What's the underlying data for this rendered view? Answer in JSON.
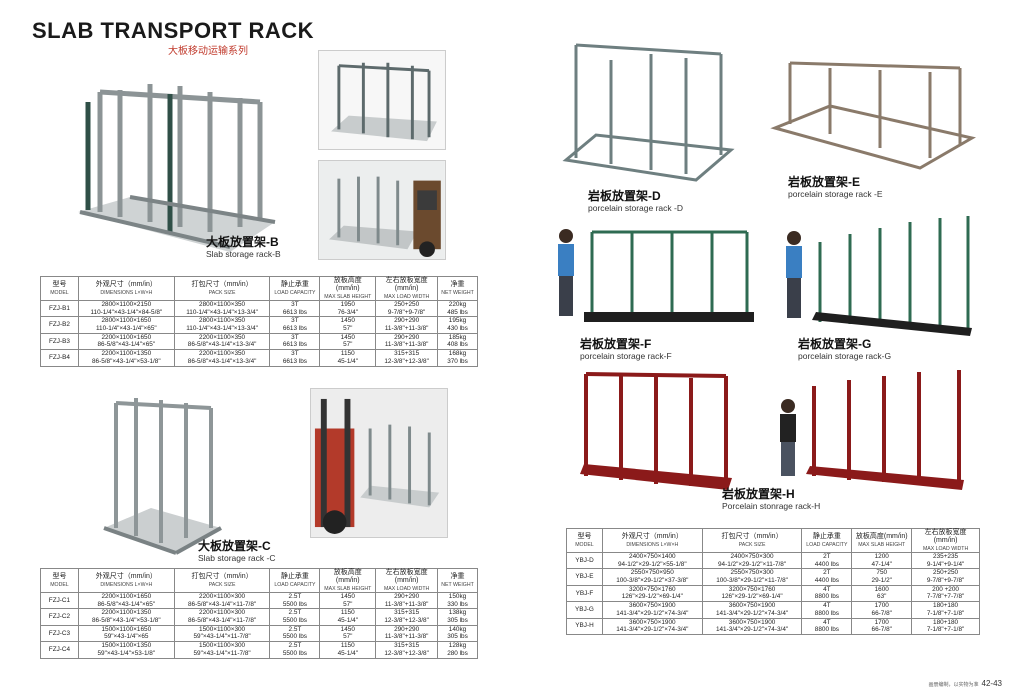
{
  "header": {
    "title": "SLAB TRANSPORT RACK",
    "subtitle_cn": "大板移动运输系列"
  },
  "captions": {
    "b": {
      "cn": "大板放置架-B",
      "en": "Slab storage rack-B"
    },
    "c": {
      "cn": "大板放置架-C",
      "en": "Slab storage rack -C"
    },
    "d": {
      "cn": "岩板放置架-D",
      "en": "porcelain storage rack -D"
    },
    "e": {
      "cn": "岩板放置架-E",
      "en": "porcelain storage rack -E"
    },
    "f": {
      "cn": "岩板放置架-F",
      "en": "porcelain storage rack-F"
    },
    "g": {
      "cn": "岩板放置架-G",
      "en": "porcelain storage rack-G"
    },
    "h": {
      "cn": "岩板放置架-H",
      "en": "Porcelain stonrage rack-H"
    }
  },
  "table_headers": {
    "model": {
      "cn": "型号",
      "en": "MODEL"
    },
    "dimensions": {
      "cn": "外观尺寸（mm/in）",
      "en": "DIMENSIONS L×W×H"
    },
    "pack": {
      "cn": "打包尺寸（mm/in）",
      "en": "PACK SIZE"
    },
    "load": {
      "cn": "静止承重",
      "en": "LOAD CAPACITY"
    },
    "slab_height": {
      "cn": "放板高度(mm/in)",
      "en": "MAX SLAB HEIGHT"
    },
    "load_width": {
      "cn": "左右放板宽度(mm/in)",
      "en": "MAX LOAD WIDTH"
    },
    "weight": {
      "cn": "净重",
      "en": "NET WEIGHT"
    }
  },
  "table_b": [
    {
      "model": "FZJ-B1",
      "dim1": "2800×1100×2150",
      "dim2": "110-1/4\"×43-1/4\"×84-5/8\"",
      "pack1": "2800×1100×350",
      "pack2": "110-1/4\"×43-1/4\"×13-3/4\"",
      "load1": "3T",
      "load2": "6613 lbs",
      "h1": "1950",
      "h2": "76-3/4\"",
      "w1": "250+250",
      "w2": "9-7/8\"+9-7/8\"",
      "wt1": "220kg",
      "wt2": "485 lbs"
    },
    {
      "model": "FZJ-B2",
      "dim1": "2800×1100×1650",
      "dim2": "110-1/4\"×43-1/4\"×65\"",
      "pack1": "2800×1100×350",
      "pack2": "110-1/4\"×43-1/4\"×13-3/4\"",
      "load1": "3T",
      "load2": "6613 lbs",
      "h1": "1450",
      "h2": "57\"",
      "w1": "290+290",
      "w2": "11-3/8\"+11-3/8\"",
      "wt1": "195kg",
      "wt2": "430 lbs"
    },
    {
      "model": "FZJ-B3",
      "dim1": "2200×1100×1650",
      "dim2": "86-5/8\"×43-1/4\"×65\"",
      "pack1": "2200×1100×350",
      "pack2": "86-5/8\"×43-1/4\"×13-3/4\"",
      "load1": "3T",
      "load2": "6613 lbs",
      "h1": "1450",
      "h2": "57\"",
      "w1": "290+290",
      "w2": "11-3/8\"+11-3/8\"",
      "wt1": "185kg",
      "wt2": "408 lbs"
    },
    {
      "model": "FZJ-B4",
      "dim1": "2200×1100×1350",
      "dim2": "86-5/8\"×43-1/4\"×53-1/8\"",
      "pack1": "2200×1100×350",
      "pack2": "86-5/8\"×43-1/4\"×13-3/4\"",
      "load1": "3T",
      "load2": "6613 lbs",
      "h1": "1150",
      "h2": "45-1/4\"",
      "w1": "315+315",
      "w2": "12-3/8\"+12-3/8\"",
      "wt1": "168kg",
      "wt2": "370 lbs"
    }
  ],
  "table_c": [
    {
      "model": "FZJ-C1",
      "dim1": "2200×1100×1650",
      "dim2": "86-5/8\"×43-1/4\"×65\"",
      "pack1": "2200×1100×300",
      "pack2": "86-5/8\"×43-1/4\"×11-7/8\"",
      "load1": "2.5T",
      "load2": "5500 lbs",
      "h1": "1450",
      "h2": "57\"",
      "w1": "290+290",
      "w2": "11-3/8\"+11-3/8\"",
      "wt1": "150kg",
      "wt2": "330 lbs"
    },
    {
      "model": "FZJ-C2",
      "dim1": "2200×1100×1350",
      "dim2": "86-5/8\"×43-1/4\"×53-1/8\"",
      "pack1": "2200×1100×300",
      "pack2": "86-5/8\"×43-1/4\"×11-7/8\"",
      "load1": "2.5T",
      "load2": "5500 lbs",
      "h1": "1150",
      "h2": "45-1/4\"",
      "w1": "315+315",
      "w2": "12-3/8\"+12-3/8\"",
      "wt1": "138kg",
      "wt2": "305 lbs"
    },
    {
      "model": "FZJ-C3",
      "dim1": "1500×1100×1650",
      "dim2": "59\"×43-1/4\"×65",
      "pack1": "1500×1100×300",
      "pack2": "59\"×43-1/4\"×11-7/8\"",
      "load1": "2.5T",
      "load2": "5500 lbs",
      "h1": "1450",
      "h2": "57\"",
      "w1": "290+290",
      "w2": "11-3/8\"+11-3/8\"",
      "wt1": "140kg",
      "wt2": "305 lbs"
    },
    {
      "model": "FZJ-C4",
      "dim1": "1500×1100×1350",
      "dim2": "59\"×43-1/4\"×53-1/8\"",
      "pack1": "1500×1100×300",
      "pack2": "59\"×43-1/4\"×11-7/8\"",
      "load1": "2.5T",
      "load2": "5500 lbs",
      "h1": "1150",
      "h2": "45-1/4\"",
      "w1": "315+315",
      "w2": "12-3/8\"+12-3/8\"",
      "wt1": "128kg",
      "wt2": "280 lbs"
    }
  ],
  "table_y": [
    {
      "model": "YBJ-D",
      "dim1": "2400×750×1400",
      "dim2": "94-1/2\"×29-1/2\"×55-1/8\"",
      "pack1": "2400×750×300",
      "pack2": "94-1/2\"×29-1/2\"×11-7/8\"",
      "load1": "2T",
      "load2": "4400 lbs",
      "h1": "1200",
      "h2": "47-1/4\"",
      "w1": "235+235",
      "w2": "9-1/4\"+9-1/4\""
    },
    {
      "model": "YBJ-E",
      "dim1": "2550×750×950",
      "dim2": "100-3/8\"×29-1/2\"×37-3/8\"",
      "pack1": "2550×750×300",
      "pack2": "100-3/8\"×29-1/2\"×11-7/8\"",
      "load1": "2T",
      "load2": "4400 lbs",
      "h1": "750",
      "h2": "29-1/2\"",
      "w1": "250+250",
      "w2": "9-7/8\"+9-7/8\""
    },
    {
      "model": "YBJ-F",
      "dim1": "3200×750×1760",
      "dim2": "126\"×29-1/2\"×69-1/4\"",
      "pack1": "3200×750×1760",
      "pack2": "126\"×29-1/2\"×69-1/4\"",
      "load1": "4T",
      "load2": "8800 lbs",
      "h1": "1600",
      "h2": "63\"",
      "w1": "200 +200",
      "w2": "7-7/8\"+7-7/8\""
    },
    {
      "model": "YBJ-G",
      "dim1": "3600×750×1900",
      "dim2": "141-3/4\"×29-1/2\"×74-3/4\"",
      "pack1": "3600×750×1900",
      "pack2": "141-3/4\"×29-1/2\"×74-3/4\"",
      "load1": "4T",
      "load2": "8800 lbs",
      "h1": "1700",
      "h2": "66-7/8\"",
      "w1": "180+180",
      "w2": "7-1/8\"+7-1/8\""
    },
    {
      "model": "YBJ-H",
      "dim1": "3600×750×1900",
      "dim2": "141-3/4\"×29-1/2\"×74-3/4\"",
      "pack1": "3600×750×1900",
      "pack2": "141-3/4\"×29-1/2\"×74-3/4\"",
      "load1": "4T",
      "load2": "8800 lbs",
      "h1": "1700",
      "h2": "66-7/8\"",
      "w1": "180+180",
      "w2": "7-1/8\"+7-1/8\""
    }
  ],
  "footer": {
    "note": "画册编制，以实物为准",
    "pages": "42-43"
  },
  "colors": {
    "rack_galv": "#9aa3a6",
    "rack_green": "#2f6b52",
    "rack_red": "#8b1a1a",
    "forklift_red": "#b33a2a"
  }
}
